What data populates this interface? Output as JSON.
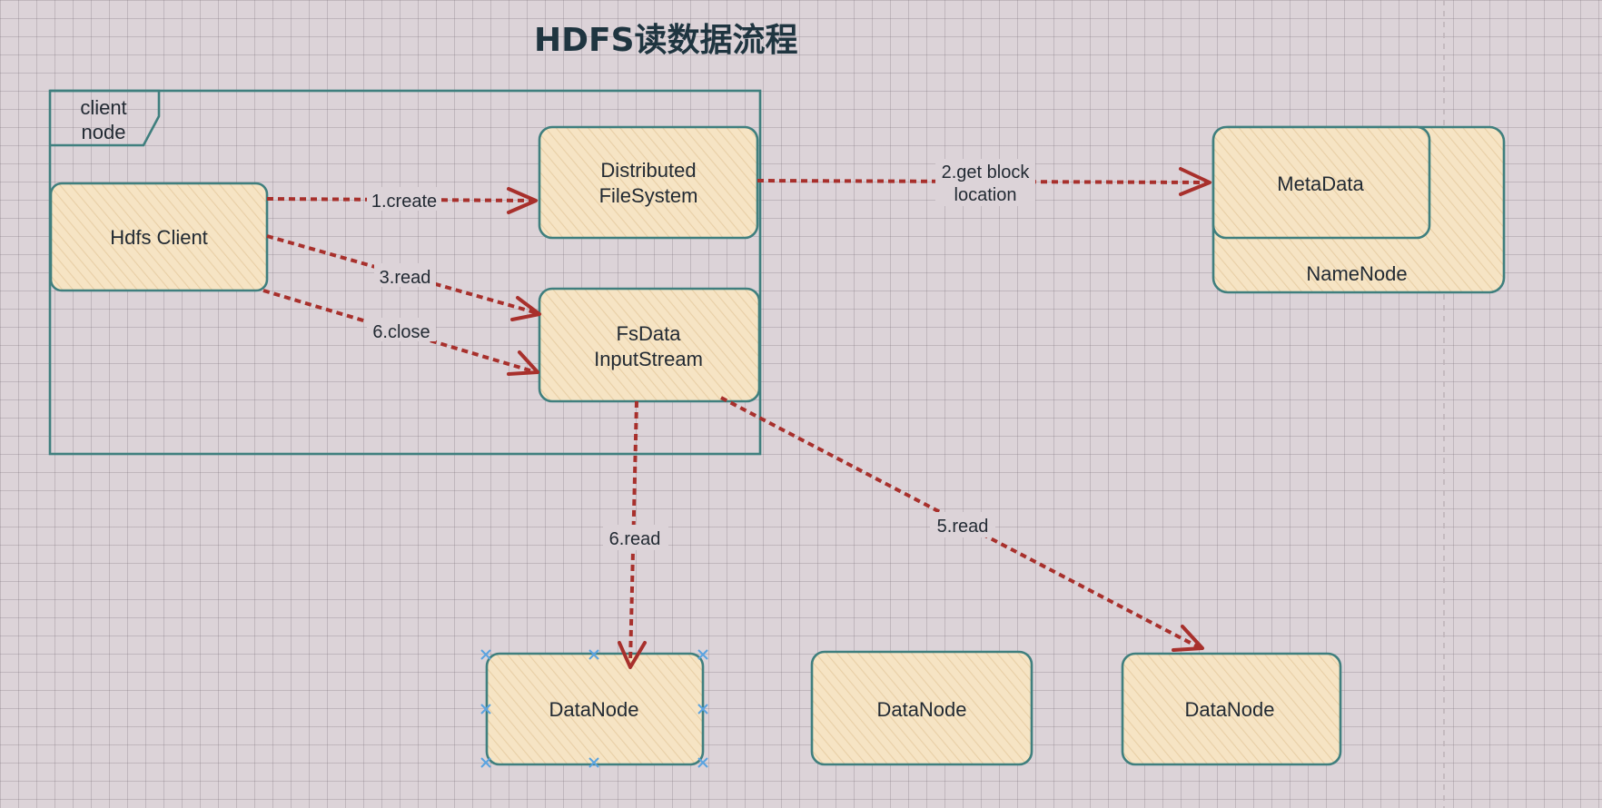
{
  "title": "HDFS读数据流程",
  "frame": {
    "label_line1": "client",
    "label_line2": "node"
  },
  "nodes": {
    "hdfs_client": {
      "label": "Hdfs Client"
    },
    "distributed_fs": {
      "label_line1": "Distributed",
      "label_line2": "FileSystem"
    },
    "fsdata_stream": {
      "label_line1": "FsData",
      "label_line2": "InputStream"
    },
    "metadata": {
      "label": "MetaData"
    },
    "namenode": {
      "label": "NameNode"
    },
    "datanode_1": {
      "label": "DataNode"
    },
    "datanode_2": {
      "label": "DataNode"
    },
    "datanode_3": {
      "label": "DataNode"
    }
  },
  "edges": {
    "create": {
      "label": "1.create"
    },
    "get_block": {
      "label_line1": "2.get block",
      "label_line2": "location"
    },
    "read_3": {
      "label": "3.read"
    },
    "close_6": {
      "label": "6.close"
    },
    "read_6": {
      "label": "6.read"
    },
    "read_5": {
      "label": "5.read"
    }
  },
  "colors": {
    "background": "#dcd3d8",
    "box_fill": "#f6e4c4",
    "box_stroke": "#3f7f7e",
    "edge": "#a8302c",
    "selection": "#5aa3e0"
  }
}
